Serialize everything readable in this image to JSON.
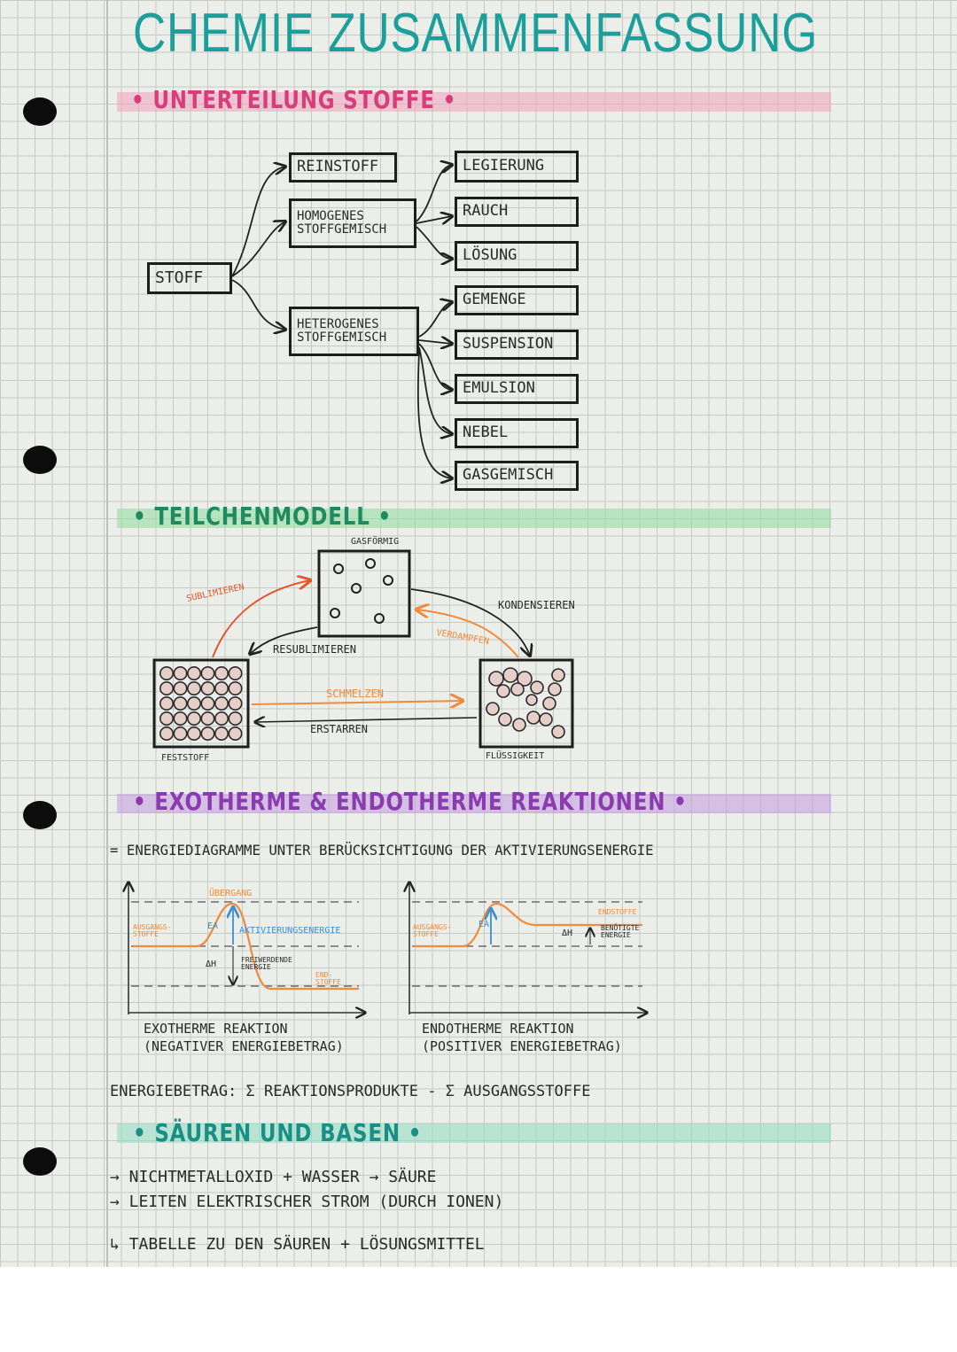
{
  "title": "CHEMIE ZUSAMMENFASSUNG",
  "sections": {
    "stoffe": {
      "heading": "UNTERTEILUNG STOFFE",
      "root": "STOFF",
      "reinstoff": "REINSTOFF",
      "homogen": {
        "line1": "HOMOGENES",
        "line2": "STOFFGEMISCH"
      },
      "heterogen": {
        "line1": "HETEROGENES",
        "line2": "STOFFGEMISCH"
      },
      "homogen_items": [
        "LEGIERUNG",
        "RAUCH",
        "LÖSUNG"
      ],
      "heterogen_items": [
        "GEMENGE",
        "SUSPENSION",
        "EMULSION",
        "NEBEL",
        "GASGEMISCH"
      ]
    },
    "teilchen": {
      "heading": "TEILCHENMODELL",
      "gas": "GASFÖRMIG",
      "solid": "FESTSTOFF",
      "liquid": "FLÜSSIGKEIT",
      "sublimieren": "SUBLIMIEREN",
      "resublimieren": "RESUBLIMIEREN",
      "kondensieren": "KONDENSIEREN",
      "verdampfen": "VERDAMPFEN",
      "schmelzen": "SCHMELZEN",
      "erstarren": "ERSTARREN"
    },
    "reaktionen": {
      "heading": "EXOTHERME & ENDOTHERME REAKTIONEN",
      "subtitle": "= ENERGIEDIAGRAMME UNTER BERÜCKSICHTIGUNG DER AKTIVIERUNGSENERGIE",
      "exo": {
        "uebergang": "ÜBERGANG",
        "ausgangsstoffe": "AUSGANGS-STOFFE",
        "ea": "EA",
        "aktivierung": "AKTIVIERUNGSENERGIE",
        "dh": "ΔH",
        "frei": "FREIWERDENDE ENERGIE",
        "endstoffe": "END-STOFFE",
        "caption1": "EXOTHERME REAKTION",
        "caption2": "(NEGATIVER ENERGIEBETRAG)"
      },
      "endo": {
        "ausgangsstoffe": "AUSGANGS-STOFFE",
        "ea": "EA",
        "endstoffe": "ENDSTOFFE",
        "dh": "ΔH",
        "benoetigt": "BENÖTIGTE ENERGIE",
        "caption1": "ENDOTHERME REAKTION",
        "caption2": "(POSITIVER ENERGIEBETRAG)"
      },
      "formula": "ENERGIEBETRAG: Σ REAKTIONSPRODUKTE - Σ AUSGANGSSTOFFE"
    },
    "saeuren": {
      "heading": "SÄUREN UND BASEN",
      "line1": "→ NICHTMETALLOXID + WASSER → SÄURE",
      "line2": "→ LEITEN ELEKTRISCHER STROM (DURCH IONEN)",
      "line3": "↳ TABELLE ZU DEN SÄUREN + LÖSUNGSMITTEL"
    }
  },
  "colors": {
    "title": "#1c9f9b",
    "heading_pink": "#d63d7b",
    "band_pink": "#f2a3bd",
    "heading_green": "#1f8a5d",
    "band_green": "#8fdc9e",
    "heading_purple": "#8a3bb0",
    "band_purple": "#c39be0",
    "heading_teal": "#1a8f85",
    "band_teal": "#8fdcc2",
    "orange": "#f08a3c",
    "red": "#e4572e",
    "blue": "#3b8fd4"
  }
}
